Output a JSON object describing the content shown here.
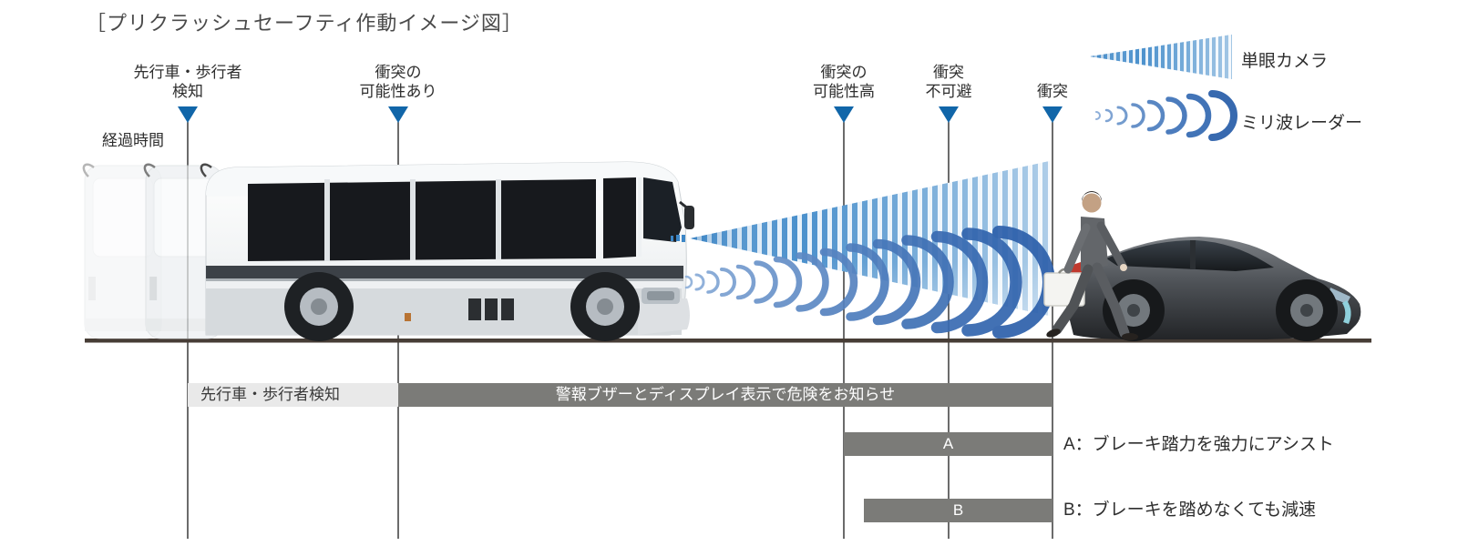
{
  "title": "［プリクラッシュセーフティ作動イメージ図］",
  "elapsed_time_label": "経過時間",
  "timeline_events": [
    {
      "label": "先行車・歩行者\n検知"
    },
    {
      "label": "衝突の\n可能性あり"
    },
    {
      "label": "衝突の\n可能性高"
    },
    {
      "label": "衝突\n不可避"
    },
    {
      "label": "衝突"
    }
  ],
  "legend": {
    "camera_label": "単眼カメラ",
    "radar_label": "ミリ波レーダー"
  },
  "bars": {
    "detection": "先行車・歩行者検知",
    "warning": "警報ブザーとディスプレイ表示で危険をお知らせ",
    "assist": "A",
    "brake": "B"
  },
  "notes": {
    "assist": "A：ブレーキ踏力を強力にアシスト",
    "brake": "B：ブレーキを踏めなくても減速"
  },
  "colors": {
    "accent_blue": "#1166a9",
    "cone_stripe_blue": "#4a90cc",
    "radar_blue_dark": "#2d60ab",
    "radar_blue_light": "#8fb0da",
    "bar_dark_gray": "#7b7b78",
    "bar_light_gray": "#e9e9e9",
    "ground_brown": "#473d36",
    "text_dark": "#2e2e2e"
  }
}
